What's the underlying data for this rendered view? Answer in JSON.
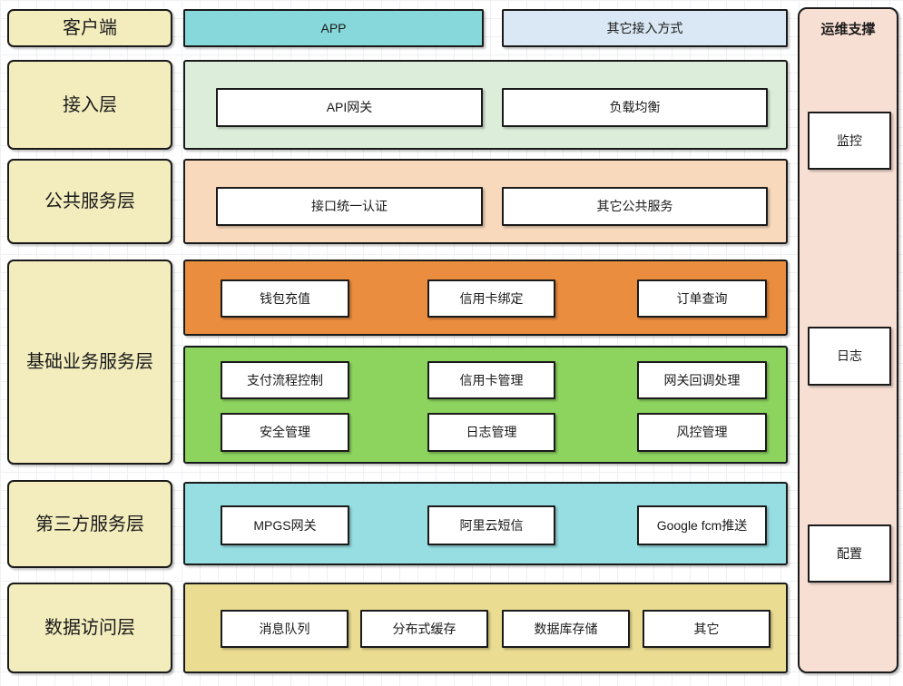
{
  "palette": {
    "label_cream": "#f3edbe",
    "app_teal": "#87d8da",
    "other_access_blue": "#d9e8f4",
    "access_green": "#dceeda",
    "public_peach": "#f8d9bc",
    "core_orange": "#eb8d3e",
    "core_green": "#8dd45f",
    "third_cyan": "#96dee1",
    "data_yellow": "#eadd92",
    "ops_pink": "#f8dfd3",
    "border": "#1a1a1a",
    "node_white": "#ffffff"
  },
  "left_labels": [
    {
      "label": "客户端"
    },
    {
      "label": "接入层"
    },
    {
      "label": "公共服务层"
    },
    {
      "label": "基础业务服务层"
    },
    {
      "label": "第三方服务层"
    },
    {
      "label": "数据访问层"
    }
  ],
  "client_row": {
    "app": "APP",
    "other_access": "其它接入方式"
  },
  "access_layer": {
    "items": [
      "API网关",
      "负载均衡"
    ]
  },
  "public_layer": {
    "items": [
      "接口统一认证",
      "其它公共服务"
    ]
  },
  "core_layer": {
    "orange_items": [
      "钱包充值",
      "信用卡绑定",
      "订单查询"
    ],
    "green_items_row1": [
      "支付流程控制",
      "信用卡管理",
      "网关回调处理"
    ],
    "green_items_row2": [
      "安全管理",
      "日志管理",
      "风控管理"
    ]
  },
  "third_party_layer": {
    "items": [
      "MPGS网关",
      "阿里云短信",
      "Google fcm推送"
    ]
  },
  "data_layer": {
    "items": [
      "消息队列",
      "分布式缓存",
      "数据库存储",
      "其它"
    ]
  },
  "ops_column": {
    "title": "运维支撑",
    "items": [
      "监控",
      "日志",
      "配置"
    ]
  }
}
